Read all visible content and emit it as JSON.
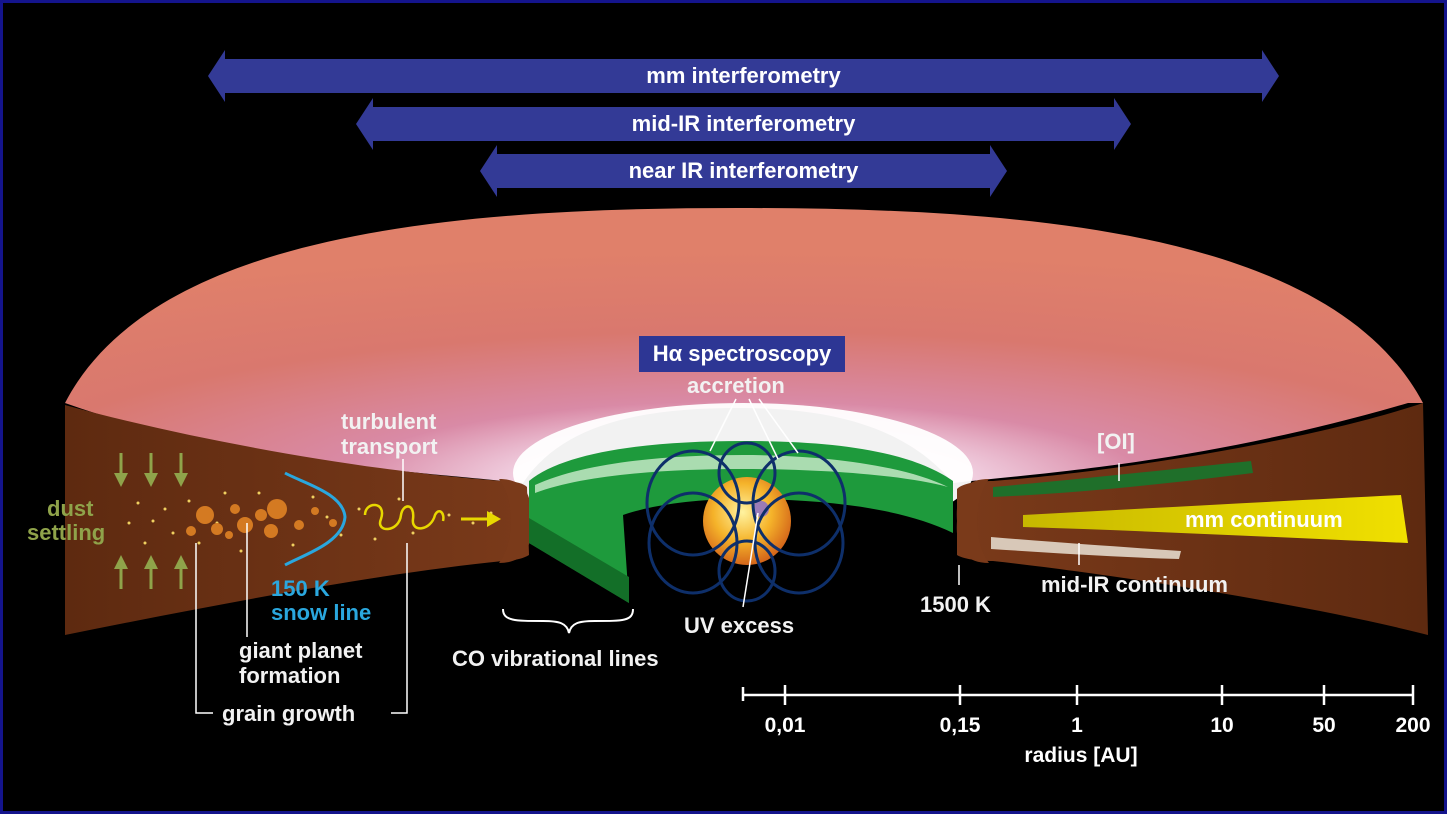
{
  "interferometry": {
    "mm": "mm interferometry",
    "mid_ir": "mid-IR interferometry",
    "near_ir": "near IR interferometry"
  },
  "labels": {
    "h_alpha": "Hα spectroscopy",
    "accretion": "accretion",
    "turbulent": "turbulent",
    "transport": "transport",
    "dust": "dust",
    "settling": "settling",
    "snow_temp": "150 K",
    "snow_line": "snow line",
    "giant_planet": "giant planet",
    "formation": "formation",
    "grain_growth": "grain growth",
    "co_lines": "CO vibrational lines",
    "uv_excess": "UV excess",
    "temp_1500": "1500 K",
    "oi": "[OI]",
    "mm_continuum": "mm continuum",
    "mid_ir_continuum": "mid-IR continuum"
  },
  "axis": {
    "title": "radius [AU]",
    "ticks": [
      "0,01",
      "0,15",
      "1",
      "10",
      "50",
      "200"
    ]
  },
  "colors": {
    "arrow_fill": "#333a96",
    "disk_surface": "#d67a78",
    "disk_interior": "#5a260e",
    "inner_rim_green": "#1e9a3c",
    "mm_continuum": "#e8d800",
    "star": "#f5b32a",
    "snow_line": "#2aa7de",
    "dust_settling": "#8fa34a"
  }
}
